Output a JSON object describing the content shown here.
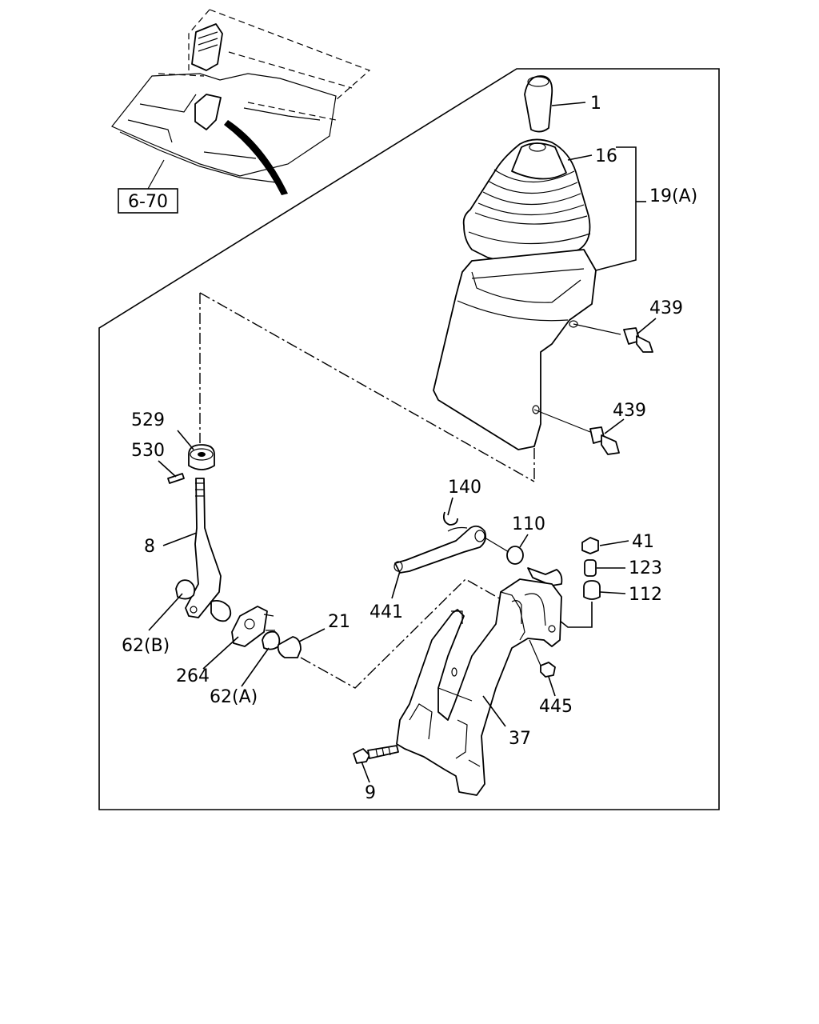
{
  "diagram": {
    "ref_box": "6-70",
    "labels": {
      "p1": "1",
      "p16": "16",
      "p19a": "19(A)",
      "p439a": "439",
      "p439b": "439",
      "p529": "529",
      "p530": "530",
      "p140": "140",
      "p110": "110",
      "p41": "41",
      "p123": "123",
      "p112": "112",
      "p8": "8",
      "p441": "441",
      "p62b": "62(B)",
      "p21": "21",
      "p264": "264",
      "p62a": "62(A)",
      "p445": "445",
      "p37": "37",
      "p9": "9"
    }
  }
}
